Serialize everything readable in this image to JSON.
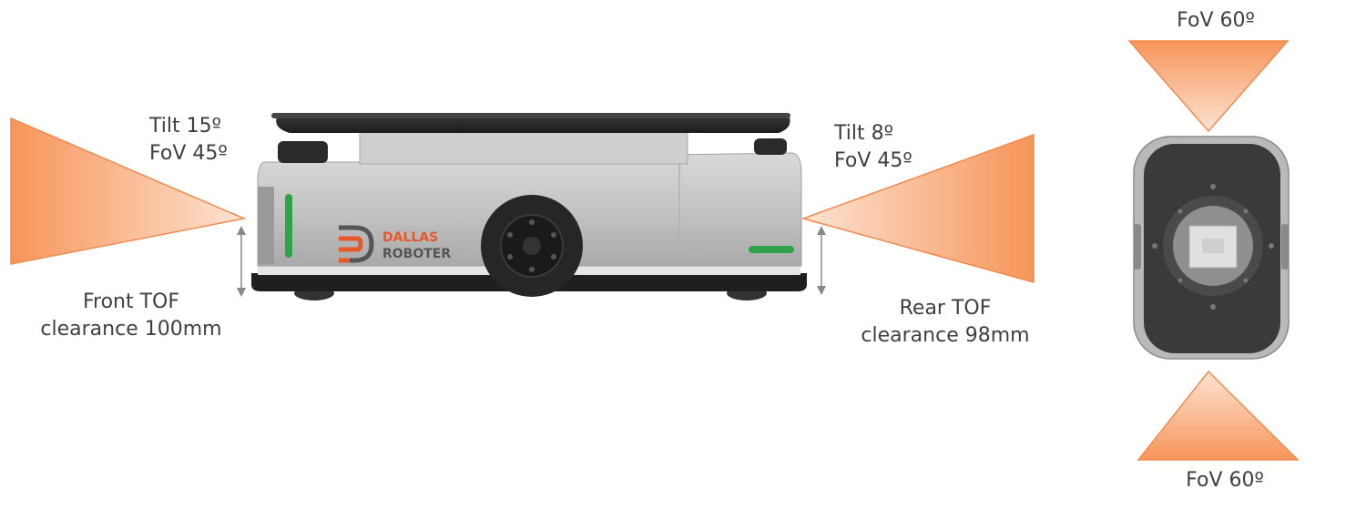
{
  "front_sensor": {
    "tilt": "Tilt 15º",
    "fov": "FoV 45º",
    "name": "Front TOF",
    "clearance": "clearance 100mm"
  },
  "rear_sensor": {
    "tilt": "Tilt 8º",
    "fov": "FoV 45º",
    "name": "Rear TOF",
    "clearance": "clearance 98mm"
  },
  "top_view": {
    "fov_top": "FoV 60º",
    "fov_bottom": "FoV 60º"
  },
  "brand": {
    "line1": "DALLAS",
    "line2": "ROBOTER"
  },
  "colors": {
    "fov_cone": "#f9a36f",
    "fov_cone_light": "#fde6d8",
    "robot_body": "#bdbdbd",
    "robot_dark": "#2c2c2c",
    "status_led": "#2fa24a",
    "brand_accent": "#e8572a",
    "brand_text": "#555555"
  }
}
